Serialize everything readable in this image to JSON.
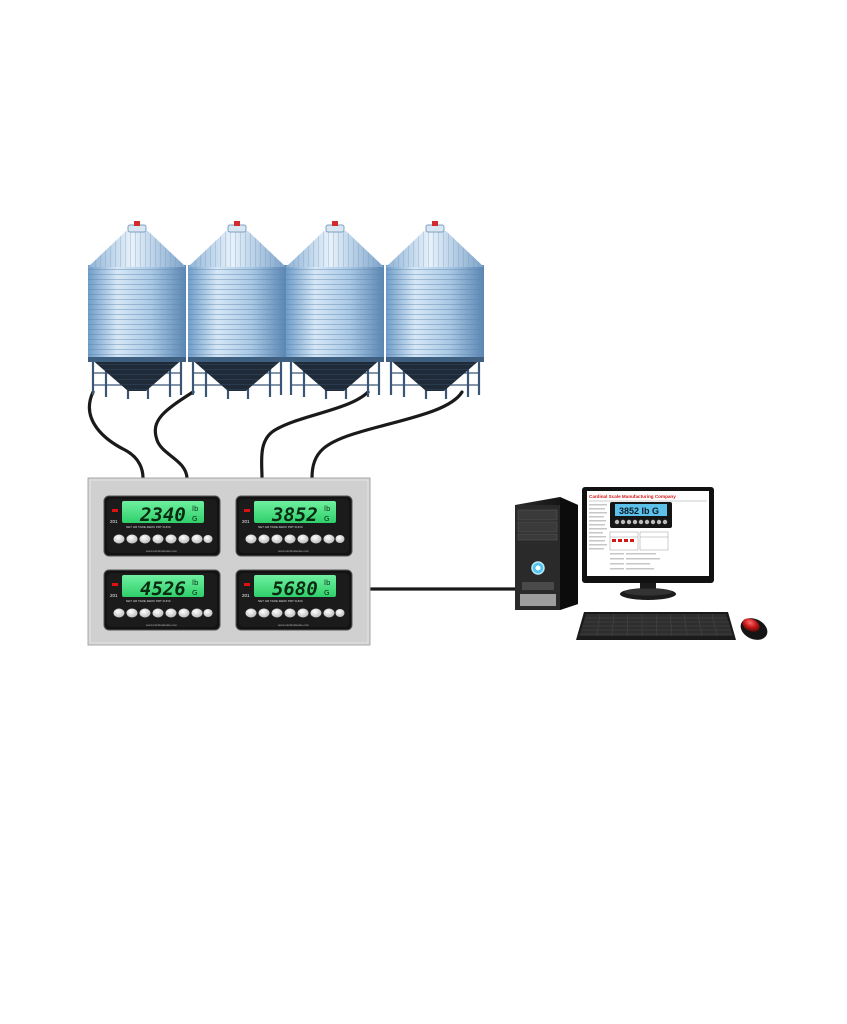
{
  "silos": [
    {
      "id": "silo-1"
    },
    {
      "id": "silo-2"
    },
    {
      "id": "silo-3"
    },
    {
      "id": "silo-4"
    }
  ],
  "indicators": [
    {
      "value": "2340",
      "unit": "lb",
      "mode": "G",
      "model": "201",
      "website": "www.cardinalscale.com"
    },
    {
      "value": "3852",
      "unit": "lb",
      "mode": "G",
      "model": "201",
      "website": "www.cardinalscale.com"
    },
    {
      "value": "4526",
      "unit": "lb",
      "mode": "G",
      "model": "201",
      "website": "www.cardinalscale.com"
    },
    {
      "value": "5680",
      "unit": "lb",
      "mode": "G",
      "model": "201",
      "website": "www.cardinalscale.com"
    }
  ],
  "computer": {
    "monitor_title": "Cardinal Scale Manufacturing Company",
    "monitor_readout": "3852 lb G"
  },
  "colors": {
    "lcd_green": "#3ee07a",
    "silo_blue": "#a9c8e4",
    "enclosure_gray": "#cfd0cf",
    "brand_red": "#d01818",
    "monitor_screen_blue": "#5bc0ea",
    "cable": "#1a1a1a"
  }
}
